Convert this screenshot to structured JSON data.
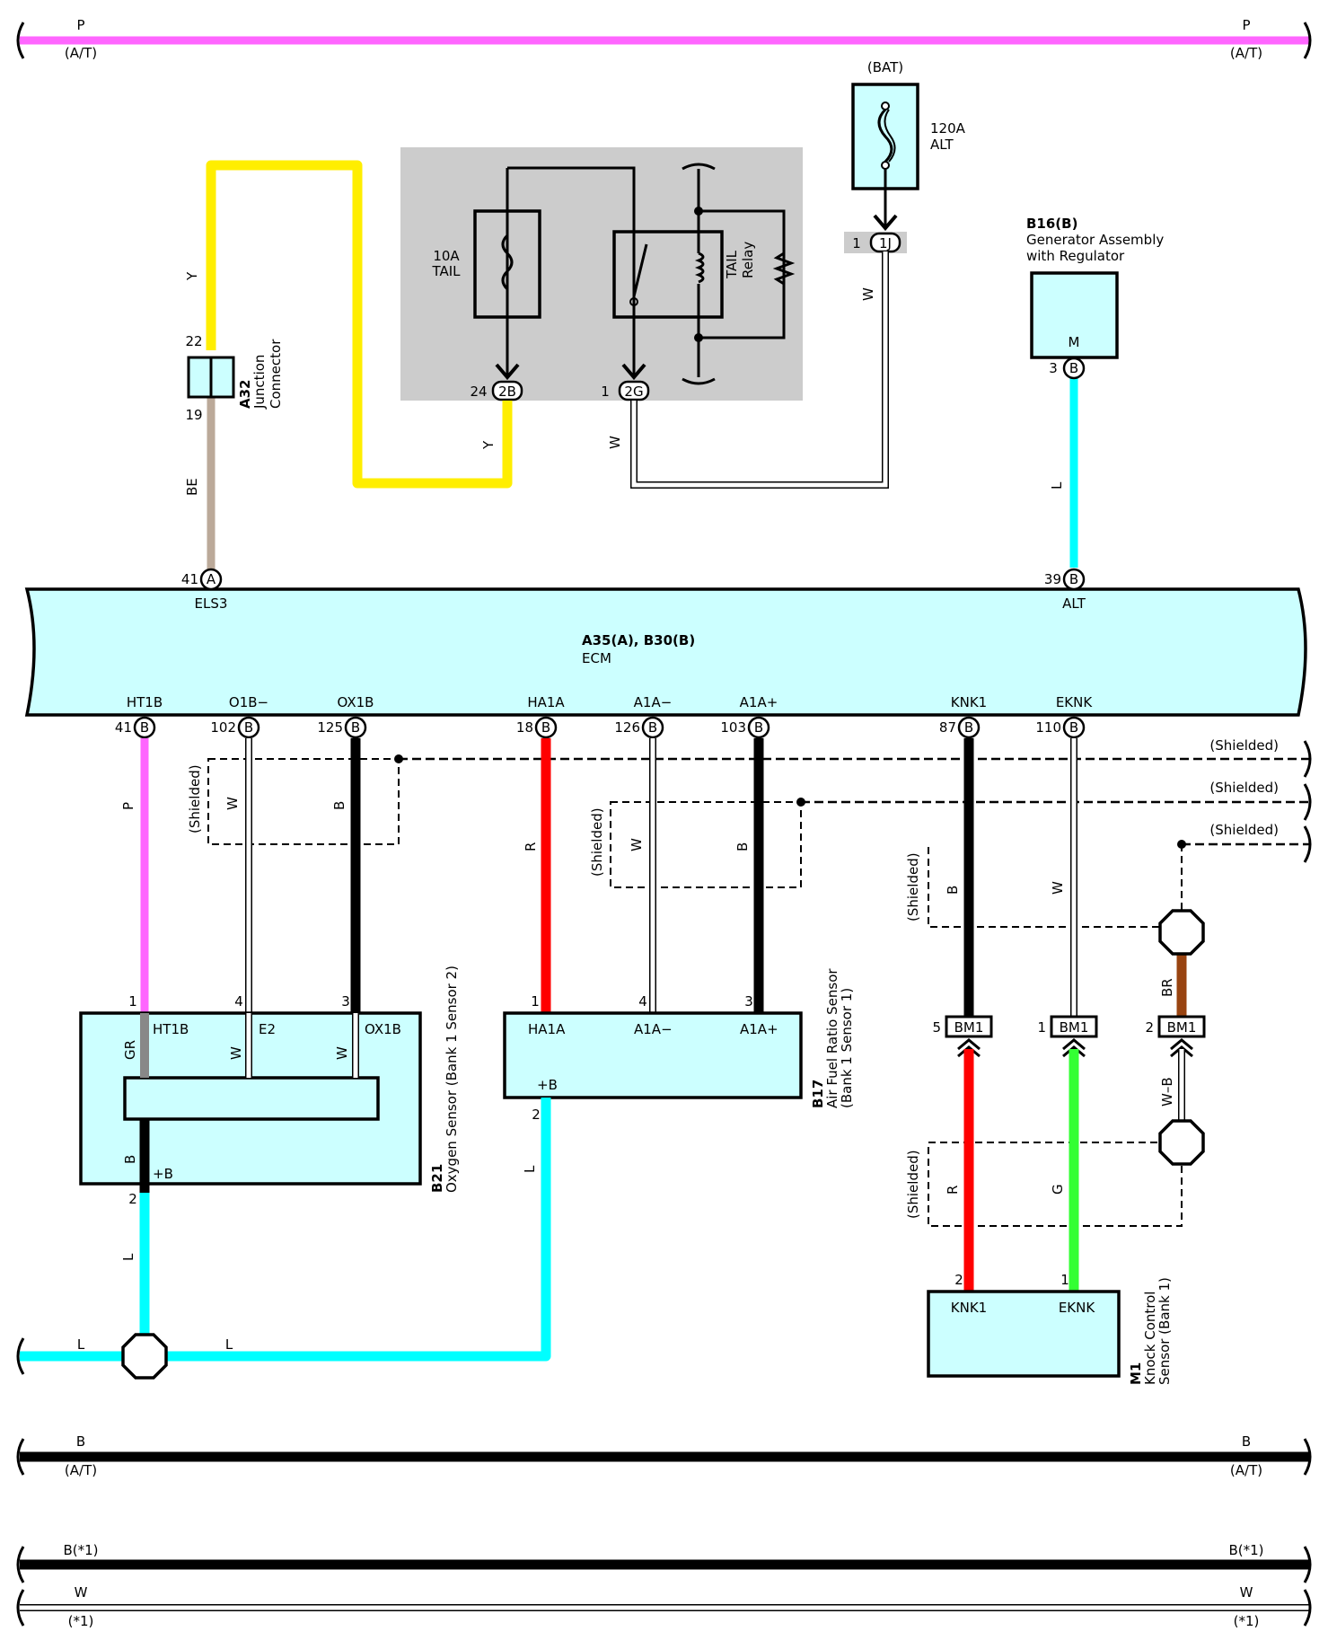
{
  "rails": {
    "top": {
      "left": "P",
      "right": "P",
      "left_sub": "(A/T)",
      "right_sub": "(A/T)",
      "color": "#ff66ff"
    },
    "b_at": {
      "left": "B",
      "right": "B",
      "left_sub": "(A/T)",
      "right_sub": "(A/T)",
      "color": "#000000"
    },
    "b_star": {
      "left": "B(*1)",
      "right": "B(*1)"
    },
    "w_star": {
      "left": "W",
      "right": "W",
      "left_sub": "(*1)",
      "right_sub": "(*1)"
    }
  },
  "fuse_120a": {
    "source": "(BAT)",
    "label1": "120A",
    "label2": "ALT",
    "connector": "1J",
    "pin": "1",
    "wire": "W"
  },
  "relay_block": {
    "fuse_label1": "10A",
    "fuse_label2": "TAIL",
    "relay_label1": "TAIL",
    "relay_label2": "Relay",
    "conn_2b": "2B",
    "conn_2b_pin": "24",
    "conn_2g": "2G",
    "conn_2g_pin": "1",
    "wire_2b": "Y",
    "wire_2g": "W"
  },
  "junction": {
    "id": "A32",
    "name1": "Junction",
    "name2": "Connector",
    "pin_top": "22",
    "pin_bottom": "19",
    "wire_top": "Y",
    "wire_bottom": "BE",
    "wire_top2": "Y"
  },
  "generator": {
    "id": "B16(B)",
    "name1": "Generator Assembly",
    "name2": "with Regulator",
    "terminal": "M",
    "pin": "3",
    "conn": "B",
    "wire": "L"
  },
  "ecm": {
    "id": "A35(A), B30(B)",
    "name": "ECM",
    "top_pins": [
      {
        "num": "41",
        "conn": "A",
        "label": "ELS3"
      },
      {
        "num": "39",
        "conn": "B",
        "label": "ALT"
      }
    ],
    "bottom_pins": [
      {
        "num": "41",
        "conn": "B",
        "label": "HT1B"
      },
      {
        "num": "102",
        "conn": "B",
        "label": "O1B−"
      },
      {
        "num": "125",
        "conn": "B",
        "label": "OX1B"
      },
      {
        "num": "18",
        "conn": "B",
        "label": "HA1A"
      },
      {
        "num": "126",
        "conn": "B",
        "label": "A1A−"
      },
      {
        "num": "103",
        "conn": "B",
        "label": "A1A+"
      },
      {
        "num": "87",
        "conn": "B",
        "label": "KNK1"
      },
      {
        "num": "110",
        "conn": "B",
        "label": "EKNK"
      }
    ]
  },
  "shielded": "(Shielded)",
  "wires": {
    "ht1b": "P",
    "o1b": "W",
    "ox1b": "B",
    "ha1a": "R",
    "a1a_minus": "W",
    "a1a_plus": "B",
    "knk1": "B",
    "eknk": "W",
    "br": "BR",
    "wb": "W–B",
    "knk_r": "R",
    "eknk_g": "G",
    "l_left": "L",
    "l_bottom1": "L",
    "l_bottom2": "L",
    "l_b17": "L"
  },
  "o2_sensor": {
    "id": "B21",
    "name": "Oxygen Sensor (Bank 1 Sensor 2)",
    "pins": {
      "p1": "1",
      "p4": "4",
      "p3": "3",
      "p2": "2"
    },
    "terms": {
      "ht1b": "HT1B",
      "e2": "E2",
      "ox1b": "OX1B",
      "plusb": "+B"
    },
    "inner_wires": {
      "gr": "GR",
      "w1": "W",
      "w2": "W",
      "b": "B"
    }
  },
  "af_sensor": {
    "id": "B17",
    "name1": "Air Fuel Ratio Sensor",
    "name2": "(Bank 1 Sensor 1)",
    "pins": {
      "p1": "1",
      "p4": "4",
      "p3": "3",
      "p2": "2"
    },
    "terms": {
      "ha1a": "HA1A",
      "a1a_minus": "A1A−",
      "a1a_plus": "A1A+",
      "plusb": "+B"
    }
  },
  "bm1": {
    "label": "BM1",
    "pins": [
      "5",
      "1",
      "2"
    ]
  },
  "knock_sensor": {
    "id": "M1",
    "name1": "Knock Control",
    "name2": "Sensor (Bank 1)",
    "pins": {
      "p2": "2",
      "p1": "1"
    },
    "terms": {
      "knk1": "KNK1",
      "eknk": "EKNK"
    }
  },
  "colors": {
    "pink": "#ff66ff",
    "yellow": "#ffee00",
    "cyan": "#00ffff",
    "red": "#ff0000",
    "green": "#33ff33",
    "brown": "#994411",
    "tan": "#bba999",
    "gray": "#888888",
    "panel": "#cccccc",
    "fill": "#ccffff"
  }
}
